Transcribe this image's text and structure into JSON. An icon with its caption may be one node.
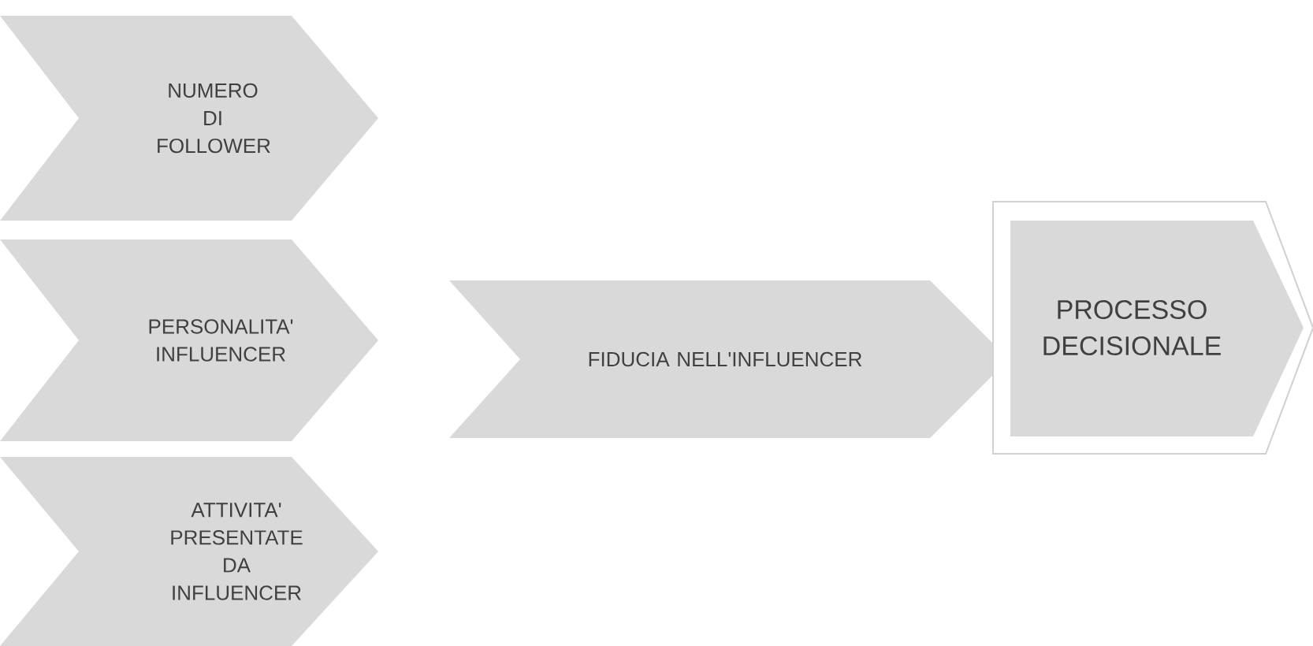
{
  "diagram": {
    "nodes": [
      {
        "text": [
          "NUMERO DI FOLLOWER"
        ]
      },
      {
        "text": [
          "PERSONALITA' INFLUENCER"
        ]
      },
      {
        "text": [
          "ATTIVITA' PRESENTATE DA INFLUENCER"
        ]
      },
      {
        "text": [
          "FIDUCIA NELL'INFLUENCER"
        ]
      },
      {
        "text": [
          "PROCESSO DECISIONALE"
        ]
      }
    ]
  }
}
